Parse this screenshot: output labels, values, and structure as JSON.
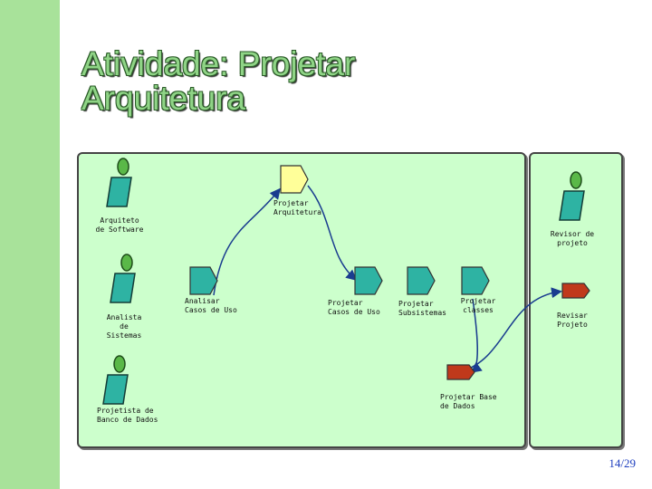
{
  "title": {
    "line1": "Atividade: Projetar",
    "line2": "Arquitetura"
  },
  "roles": {
    "software_architect": "Arquiteto de Software",
    "systems_analyst": "Analista de Sistemas",
    "database_designer": "Projetista de Banco de Dados",
    "project_reviewer": "Revisor de projeto"
  },
  "activities": {
    "design_architecture": "Projetar Arquitetura",
    "analyze_use_cases": "Analisar Casos de Uso",
    "design_use_cases": "Projetar Casos de Uso",
    "design_subsystems": "Projetar Subsistemas",
    "design_classes": "Projetar classes",
    "design_database": "Projetar Base de Dados",
    "review_design": "Revisar Projeto"
  },
  "page_number": "14/29",
  "colors": {
    "sidebar": "#a8e29a",
    "panel_fill": "#ccffcc",
    "highlight_activity": "#ffff99",
    "activity": "#2eb3a3",
    "database_activity": "#c0391b",
    "flow_line": "#1a3d8f",
    "role_head": "#5ab848"
  }
}
